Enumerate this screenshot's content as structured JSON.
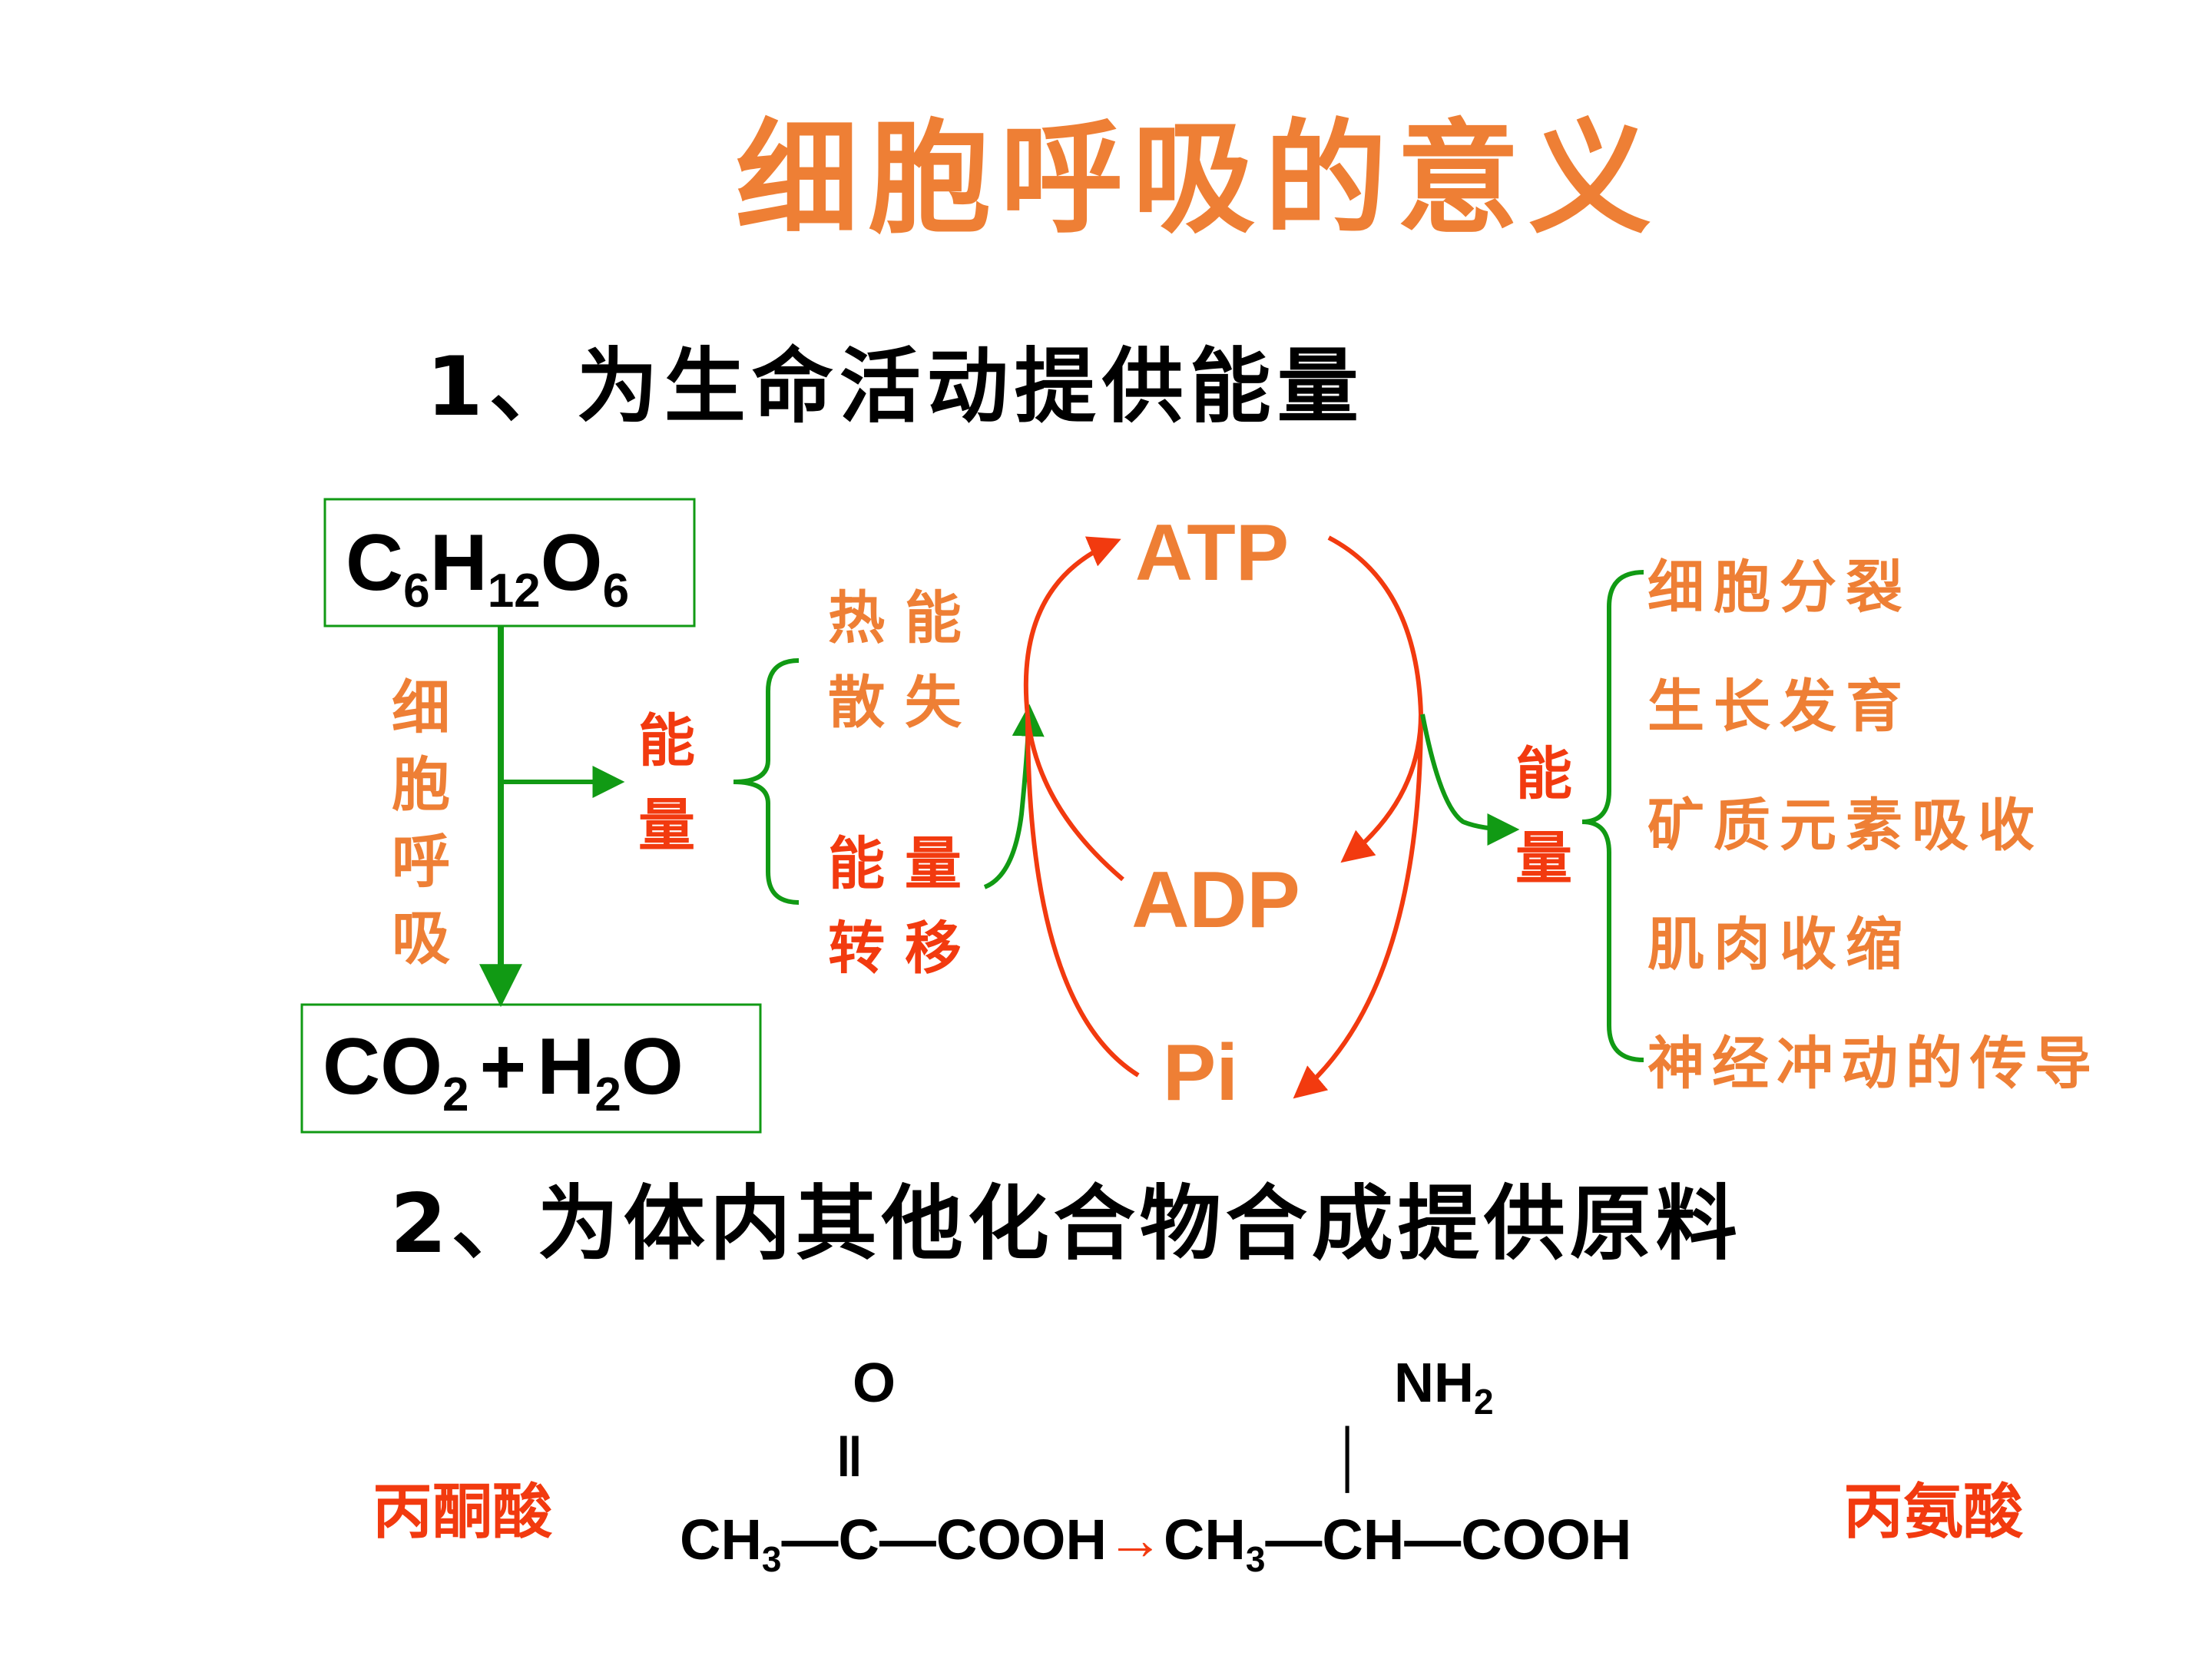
{
  "title": "细胞呼吸的意义",
  "section1": "1、为生命活动提供能量",
  "section2": "2、为体内其他化合物合成提供原料",
  "glucose": {
    "c": "C",
    "s1": "6",
    "h": "H",
    "s2": "12",
    "o": "O",
    "s3": "6"
  },
  "products": {
    "co": "CO",
    "s1": "2",
    "plus": "+",
    "h": "H",
    "s2": "2",
    "o": "O"
  },
  "process_chars": [
    "细",
    "胞",
    "呼",
    "吸"
  ],
  "energy_chars": [
    "能",
    "量"
  ],
  "heat_lines": [
    "热 能",
    "散 失"
  ],
  "transfer_lines": [
    "能 量",
    "转 移"
  ],
  "atp": "ATP",
  "adp": "ADP",
  "pi": "Pi",
  "uses": [
    "细胞分裂",
    "生长发育",
    "矿质元素吸收",
    "肌肉收缩",
    "神经冲动的传导"
  ],
  "reaction": {
    "left_name": "丙酮酸",
    "right_name": "丙氨酸",
    "o": "O",
    "double_bond": "ǁ",
    "nh": "NH",
    "nh_sub": "2",
    "single_bond": "│",
    "ch": "CH",
    "sub3": "3",
    "left_tail": "—C—COOH",
    "arrow": "→",
    "right_tail": "—CH—COOH"
  },
  "colors": {
    "orange": "#EE7F35",
    "red": "#F23A0F",
    "green": "#119A14",
    "black": "#000000"
  }
}
